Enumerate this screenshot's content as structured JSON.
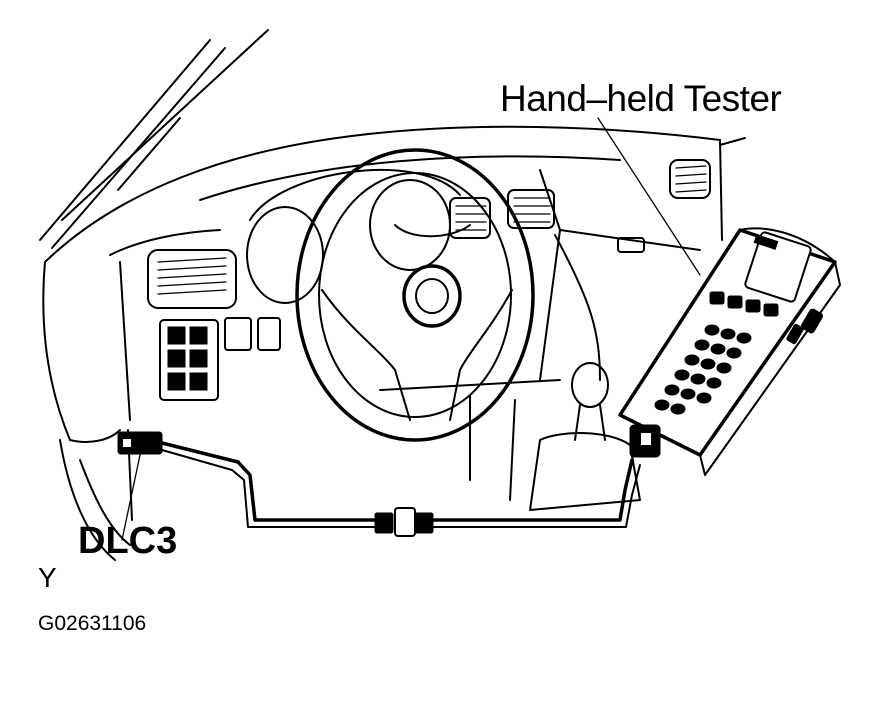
{
  "labels": {
    "tester": "Hand–held Tester",
    "connector": "DLC3",
    "corner_mark": "Y",
    "figure_code": "G02631106"
  },
  "icons": [
    "steering-wheel-icon",
    "hand-held-tester-icon",
    "dlc3-connector-icon",
    "cable-icon"
  ],
  "colors": {
    "line": "#000000",
    "background": "#ffffff"
  }
}
